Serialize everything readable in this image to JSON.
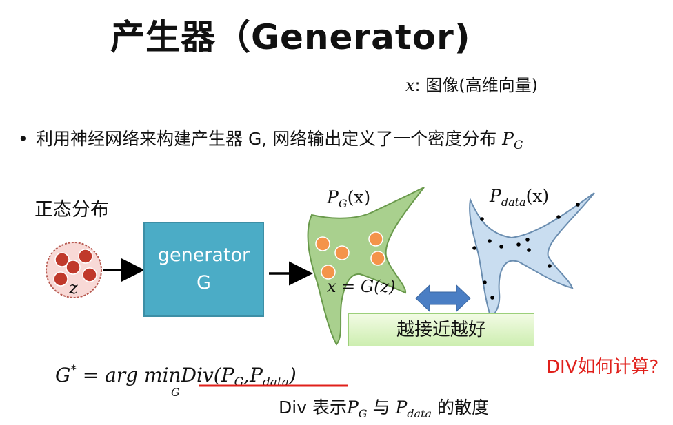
{
  "slide": {
    "title": "产生器（Generator)",
    "x_note": {
      "var": "x",
      "text": ": 图像(高维向量)"
    },
    "bullet": {
      "text": "利用神经网络来构建产生器 G, 网络输出定义了一个密度分布 ",
      "math": "P",
      "sub": "G"
    },
    "z_label": "正态分布",
    "z_symbol": "z",
    "generator": {
      "line1": "generator",
      "line2": "G"
    },
    "pg_label": {
      "main": "P",
      "sub": "G",
      "arg": "(x)"
    },
    "pdata_label": {
      "main": "P",
      "sub": "data",
      "arg": "(x)"
    },
    "x_eq": "x = G(z)",
    "closer_text": "越接近越好",
    "formula": {
      "lhs": "G",
      "sup": "*",
      "mid": " = arg min",
      "under": "G",
      "rhs": "Div(P",
      "rhs_sub1": "G",
      "comma": ",P",
      "rhs_sub2": "data",
      "close": ")"
    },
    "div_question": "DIV如何计算?",
    "div_note": {
      "pre": "Div 表示",
      "p1": "P",
      "s1": "G",
      "mid": " 与 ",
      "p2": "P",
      "s2": "data",
      "post": " 的散度"
    },
    "colors": {
      "generator_box": "#4bacc6",
      "pg_blob": "#a9d08e",
      "pdata_blob": "#c9ddf0",
      "orange_dot": "#f4944a",
      "red_dot": "#c0392b",
      "arrow_blue": "#4a7ec4",
      "red_text": "#e0201b"
    }
  }
}
